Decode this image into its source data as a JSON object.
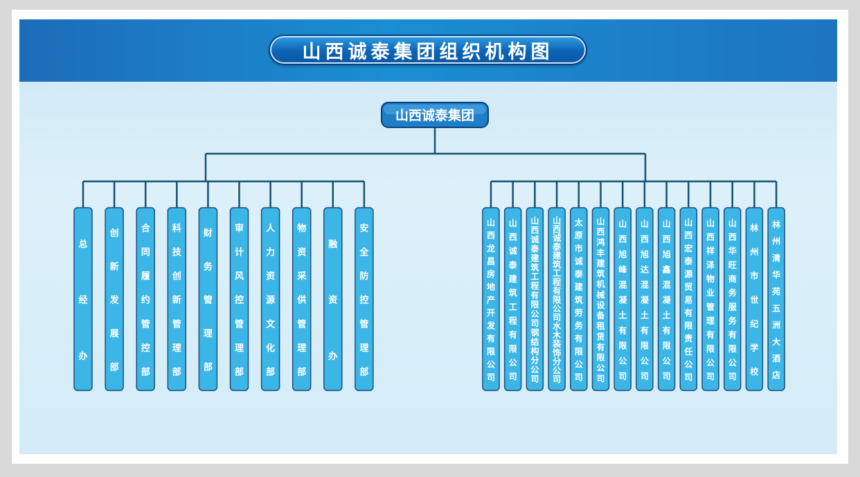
{
  "title": "山西诚泰集团组织机构图",
  "root": "山西诚泰集团",
  "colors": {
    "box_fill": "#3cb6e6",
    "box_border": "#1d4f7c",
    "line": "#14506e",
    "root_fill": "#1f7ec8"
  },
  "departments": [
    "总经办",
    "创新发展部",
    "合同履约管控部",
    "科技创新管理部",
    "财务管理部",
    "审计风控管理部",
    "人力资源文化部",
    "物资采供管理部",
    "融资办",
    "安全防控管理部"
  ],
  "companies": [
    "山西龙昌房地产开发有限公司",
    "山西诚泰建筑工程有限公司",
    "山西诚泰建筑工程有限公司钢结构分公司",
    "山西诚泰建筑工程有限公司水木装饰分公司",
    "太原市诚泰建筑劳务有限公司",
    "山西鸿丰建筑机械设备租赁有限公司",
    "山西旭峰混凝土有限公司",
    "山西旭达混凝土有限公司",
    "山西旭鑫混凝土有限公司",
    "山西宏泰源贸易有限责任公司",
    "山西祥泽物业管理有限公司",
    "山西华旺商务服务有限公司",
    "林州市世纪学校",
    "林州清华苑五洲大酒店"
  ]
}
